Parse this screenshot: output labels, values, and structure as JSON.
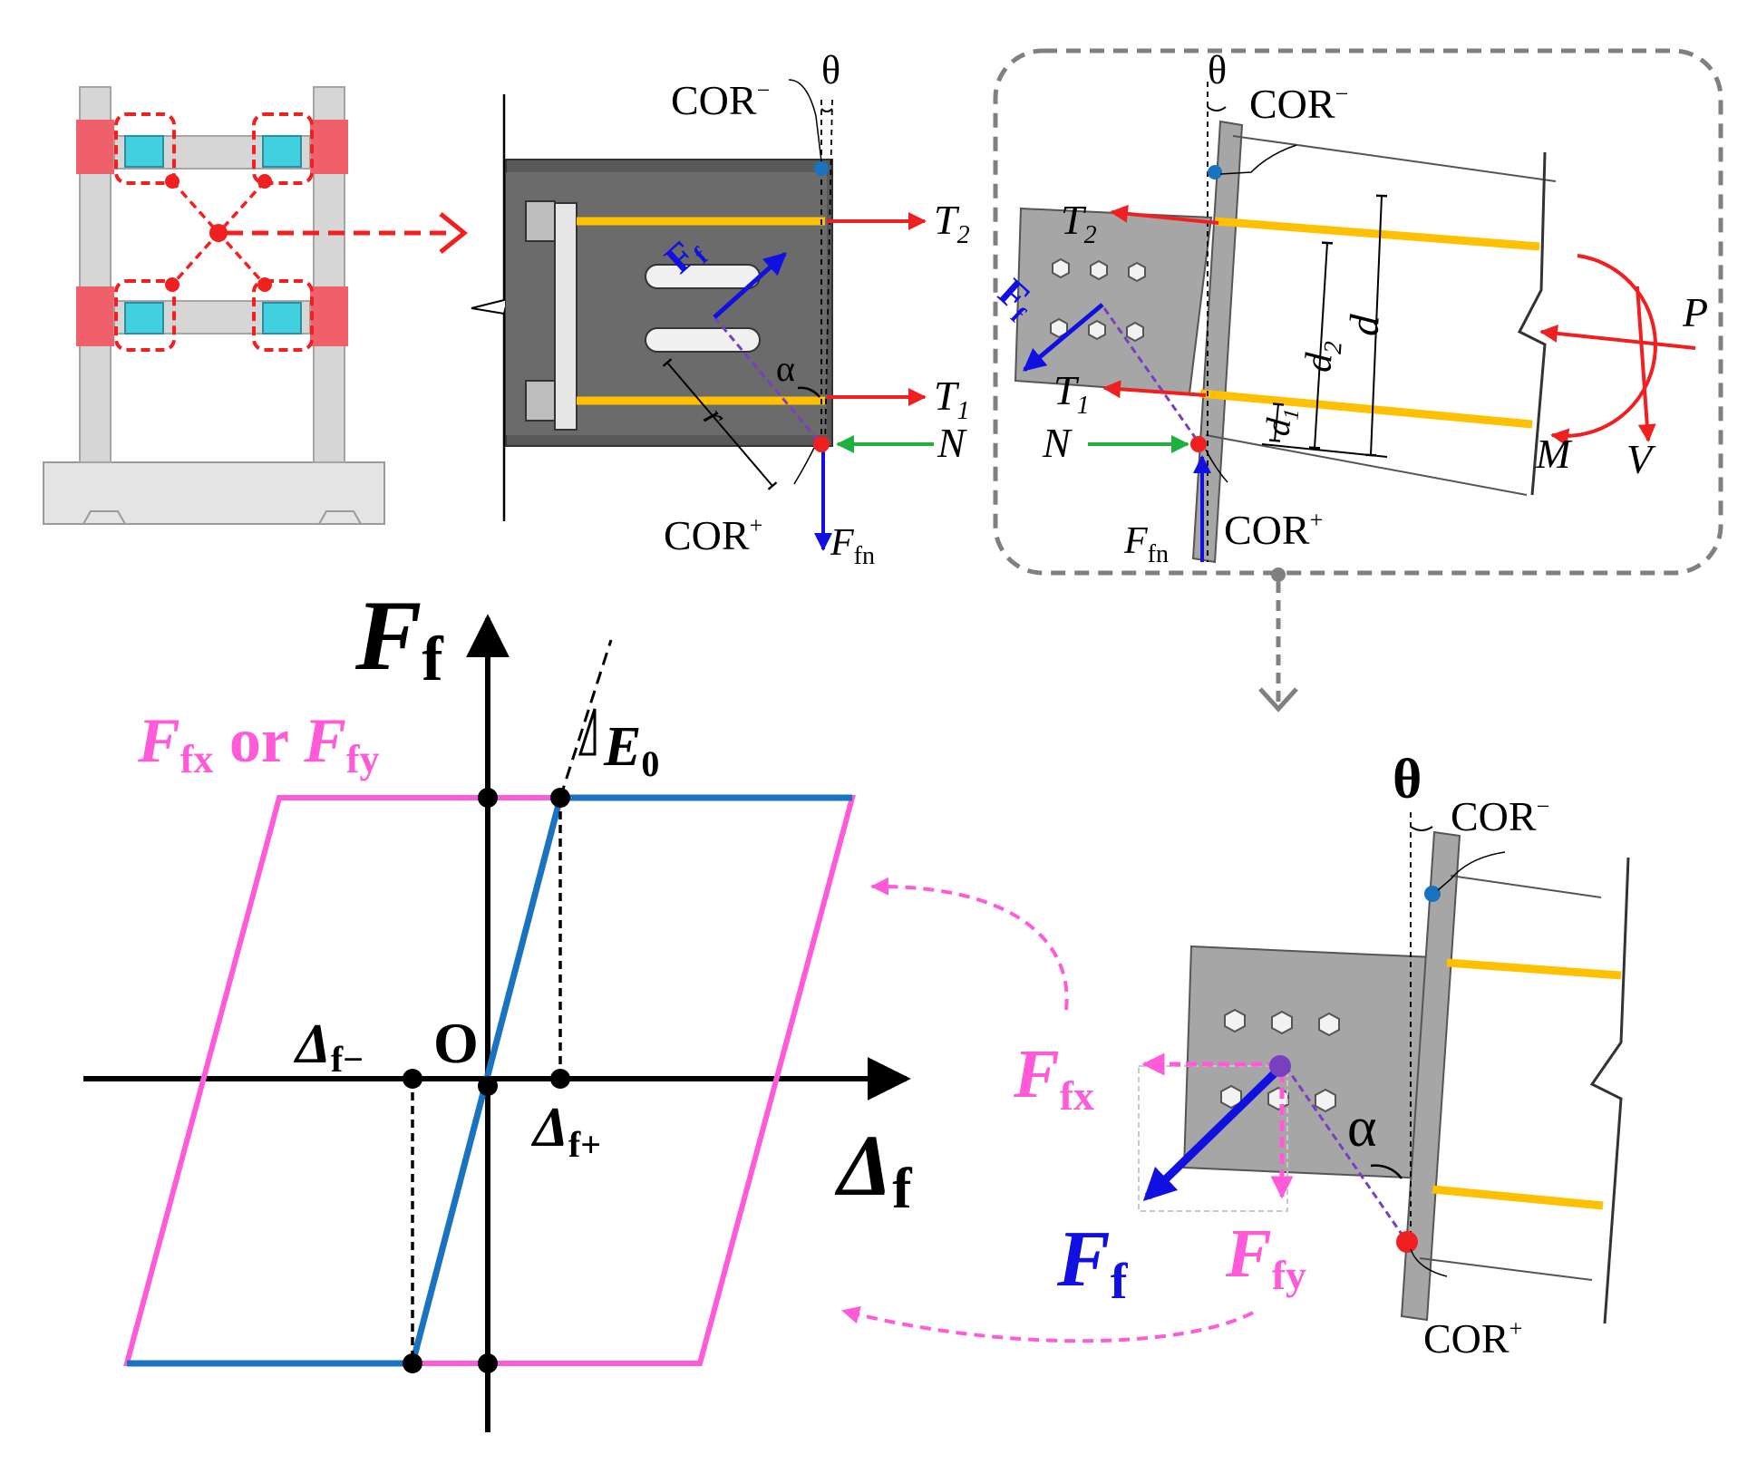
{
  "colors": {
    "red": "#f02020",
    "green": "#1fb040",
    "blue": "#1010e0",
    "magenta": "#ff5ad8",
    "steel_blue": "#1a73c0",
    "orange_bolt": "#ffc000",
    "plate_gray": "#a6a6a6",
    "dark_gray": "#595959",
    "purple": "#7a3fbf",
    "frame_gray": "#d0d0d0",
    "column_red": "#f0606a",
    "cyan": "#40d0e0"
  },
  "detail_a": {
    "cor_minus": "COR",
    "cor_minus_sup": "−",
    "theta": "θ",
    "ff_main": "F",
    "ff_sub": "f",
    "t2_main": "T",
    "t2_sub": "2",
    "t1_main": "T",
    "t1_sub": "1",
    "n": "N",
    "alpha": "α",
    "r": "r",
    "cor_plus": "COR",
    "cor_plus_sup": "+",
    "ffn_main": "F",
    "ffn_sub": "fn"
  },
  "detail_b": {
    "theta": "θ",
    "cor_minus": "COR",
    "cor_minus_sup": "−",
    "t2_main": "T",
    "t2_sub": "2",
    "ff_main": "F",
    "ff_sub": "f",
    "t1_main": "T",
    "t1_sub": "1",
    "d2_main": "d",
    "d2_sub": "2",
    "d": "d",
    "d1_main": "d",
    "d1_sub": "1",
    "p": "P",
    "m": "M",
    "v": "V",
    "n": "N",
    "cor_plus": "COR",
    "cor_plus_sup": "+",
    "ffn_main": "F",
    "ffn_sub": "fn"
  },
  "hysteresis": {
    "y_axis_main": "F",
    "y_axis_sub": "f",
    "x_axis_main": "Δ",
    "x_axis_sub": "f",
    "limit_part1_main": "F",
    "limit_part1_sub": "fx",
    "limit_or": " or ",
    "limit_part2_main": "F",
    "limit_part2_sub": "fy",
    "e0_main": "E",
    "e0_sub": "0",
    "delta_minus_main": "Δ",
    "delta_minus_sub": "f−",
    "origin": "O",
    "delta_plus_main": "Δ",
    "delta_plus_sub": "f+"
  },
  "detail_c": {
    "theta": "θ",
    "cor_minus": "COR",
    "cor_minus_sup": "−",
    "ffx_main": "F",
    "ffx_sub": "fx",
    "alpha": "α",
    "ff_main": "F",
    "ff_sub": "f",
    "ffy_main": "F",
    "ffy_sub": "fy",
    "cor_plus": "COR",
    "cor_plus_sup": "+"
  }
}
